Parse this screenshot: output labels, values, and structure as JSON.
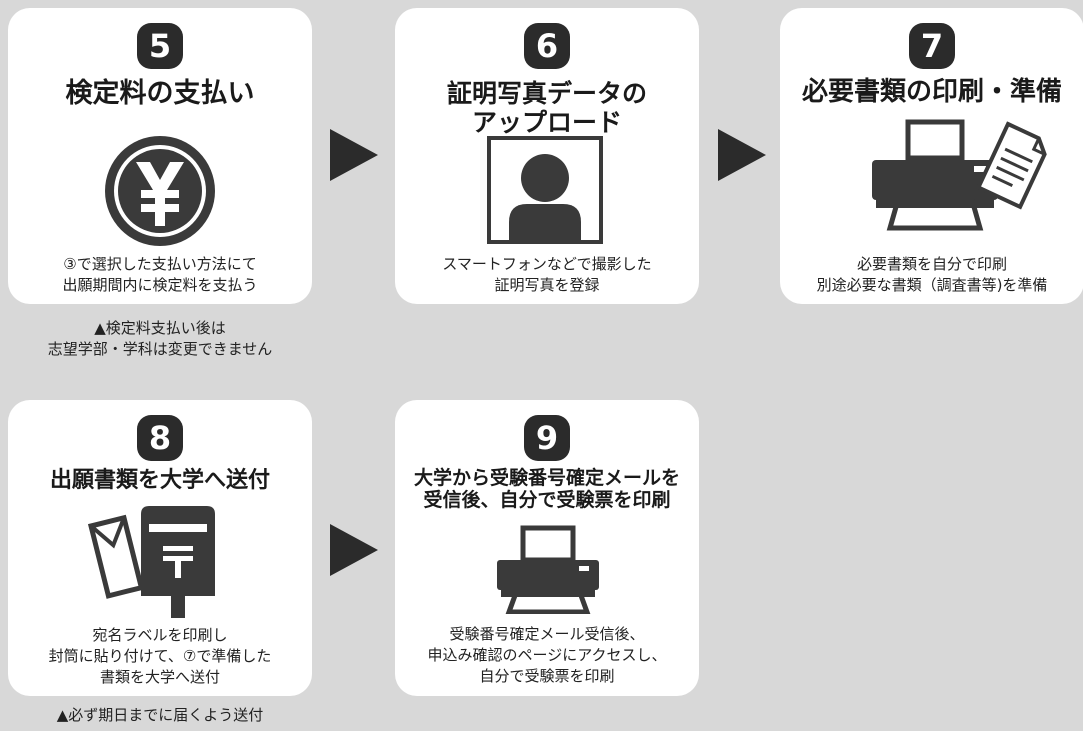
{
  "steps": [
    {
      "number": "5",
      "title": "検定料の支払い",
      "icon": "yen-coin-icon",
      "desc": [
        "③で選択した支払い方法にて",
        "出願期間内に検定料を支払う"
      ],
      "note": [
        "▲検定料支払い後は",
        "志望学部・学科は変更できません"
      ]
    },
    {
      "number": "6",
      "title": [
        "証明写真データの",
        "アップロード"
      ],
      "icon": "portrait-photo-icon",
      "desc": [
        "スマートフォンなどで撮影した",
        "証明写真を登録"
      ]
    },
    {
      "number": "7",
      "title": "必要書類の印刷・準備",
      "icon": "printer-document-icon",
      "desc": [
        "必要書類を自分で印刷",
        "別途必要な書類（調査書等)を準備"
      ]
    },
    {
      "number": "8",
      "title": "出願書類を大学へ送付",
      "icon": "mailbox-envelope-icon",
      "desc": [
        "宛名ラベルを印刷し",
        "封筒に貼り付けて、⑦で準備した",
        "書類を大学へ送付"
      ],
      "note": [
        "▲必ず期日までに届くよう送付"
      ]
    },
    {
      "number": "9",
      "title": [
        "大学から受験番号確定メールを",
        "受信後、自分で受験票を印刷"
      ],
      "icon": "printer-icon",
      "desc": [
        "受験番号確定メール受信後、",
        "申込み確認のページにアクセスし、",
        "自分で受験票を印刷"
      ]
    }
  ],
  "colors": {
    "background": "#d8d8d8",
    "card": "#ffffff",
    "dark": "#2b2b2b"
  }
}
